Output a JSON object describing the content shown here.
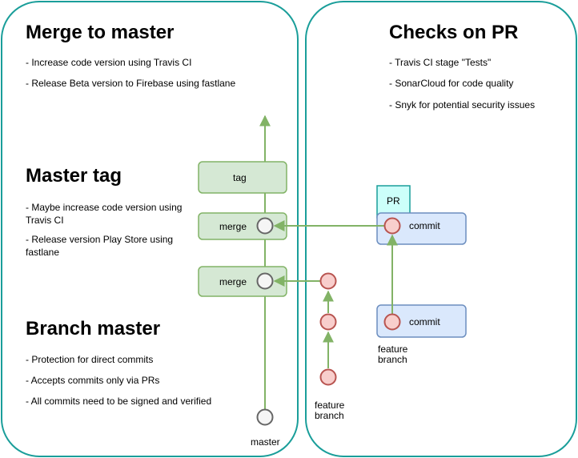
{
  "left_panel": {
    "merge_section": {
      "title": "Merge to master",
      "items": [
        "- Increase code version using Travis CI",
        "- Release Beta version to Firebase using fastlane"
      ]
    },
    "tag_section": {
      "title": "Master tag",
      "items": [
        "- Maybe increase code version using Travis CI",
        "- Release version Play Store using fastlane"
      ]
    },
    "branch_section": {
      "title": "Branch master",
      "items": [
        "- Protection for direct commits",
        "- Accepts commits only via PRs",
        "- All commits need to be signed and verified"
      ]
    }
  },
  "right_panel": {
    "title": "Checks on PR",
    "items": [
      "- Travis CI stage \"Tests\"",
      "- SonarCloud for code quality",
      "- Snyk for potential security issues"
    ]
  },
  "diagram": {
    "tag_box": "tag",
    "merge_upper": "merge",
    "merge_lower": "merge",
    "pr_tab": "PR",
    "commit_upper": "commit",
    "commit_lower": "commit",
    "feature_branch_right": [
      "feature",
      "branch"
    ],
    "feature_branch_left": [
      "feature",
      "branch"
    ],
    "master_label": "master",
    "colors": {
      "panel_border": "#1a9e9a",
      "green_fill": "#d5e8d4",
      "green_stroke": "#82b366",
      "blue_fill": "#dae8fc",
      "blue_stroke": "#6c8ebf",
      "red_fill": "#f8cecc",
      "red_stroke": "#b85450",
      "cyan_fill": "#ccfffa",
      "gray_node_fill": "#f5f5f5",
      "gray_node_stroke": "#666666"
    }
  }
}
